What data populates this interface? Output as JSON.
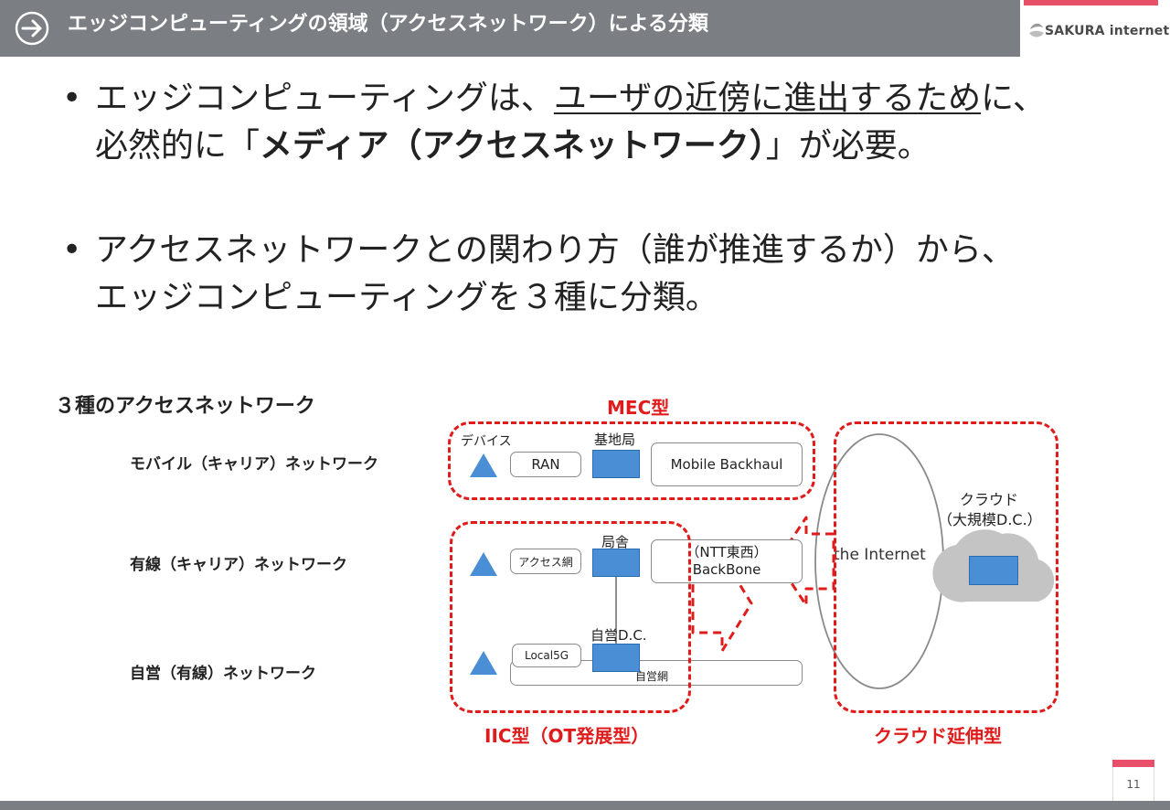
{
  "header": {
    "title": "エッジコンピューティングの領域（アクセスネットワーク）による分類",
    "logo_text": "SAKURA internet"
  },
  "bullets": [
    {
      "line1_a": "エッジコンピューティングは、",
      "line1_u": "ユーザの近傍に進出するため",
      "line1_b": "に、",
      "line2_a": "必然的に「",
      "line2_bold": "メディア（アクセスネットワーク）",
      "line2_b": "」が必要。"
    },
    {
      "line1": "アクセスネットワークとの関わり方（誰が推進するか）から、",
      "line2": "エッジコンピューティングを３種に分類。"
    }
  ],
  "diagram": {
    "section_title": "３種のアクセスネットワーク",
    "rows": [
      "モバイル（キャリア）ネットワーク",
      "有線（キャリア）ネットワーク",
      "自営（有線）ネットワーク"
    ],
    "types": {
      "mec": "MEC型",
      "iic": "IIC型（OT発展型）",
      "cloud": "クラウド延伸型"
    },
    "mobile": {
      "device_label": "デバイス",
      "ran": "RAN",
      "base_station": "基地局",
      "backhaul": "Mobile Backhaul"
    },
    "wired": {
      "access_net": "アクセス網",
      "office": "局舎",
      "backbone_line1": "（NTT東西）",
      "backbone_line2": "BackBone"
    },
    "private": {
      "local5g": "Local5G",
      "private_dc": "自営D.C.",
      "private_net": "自営網"
    },
    "internet": "the Internet",
    "cloud_line1": "クラウド",
    "cloud_line2": "（大規模D.C.）"
  },
  "footer": {
    "page_number": "11"
  },
  "colors": {
    "header_bg": "#7b7e82",
    "accent_pink": "#e8506a",
    "dashed_red": "#e01b1b",
    "device_blue": "#4a8fd6"
  }
}
